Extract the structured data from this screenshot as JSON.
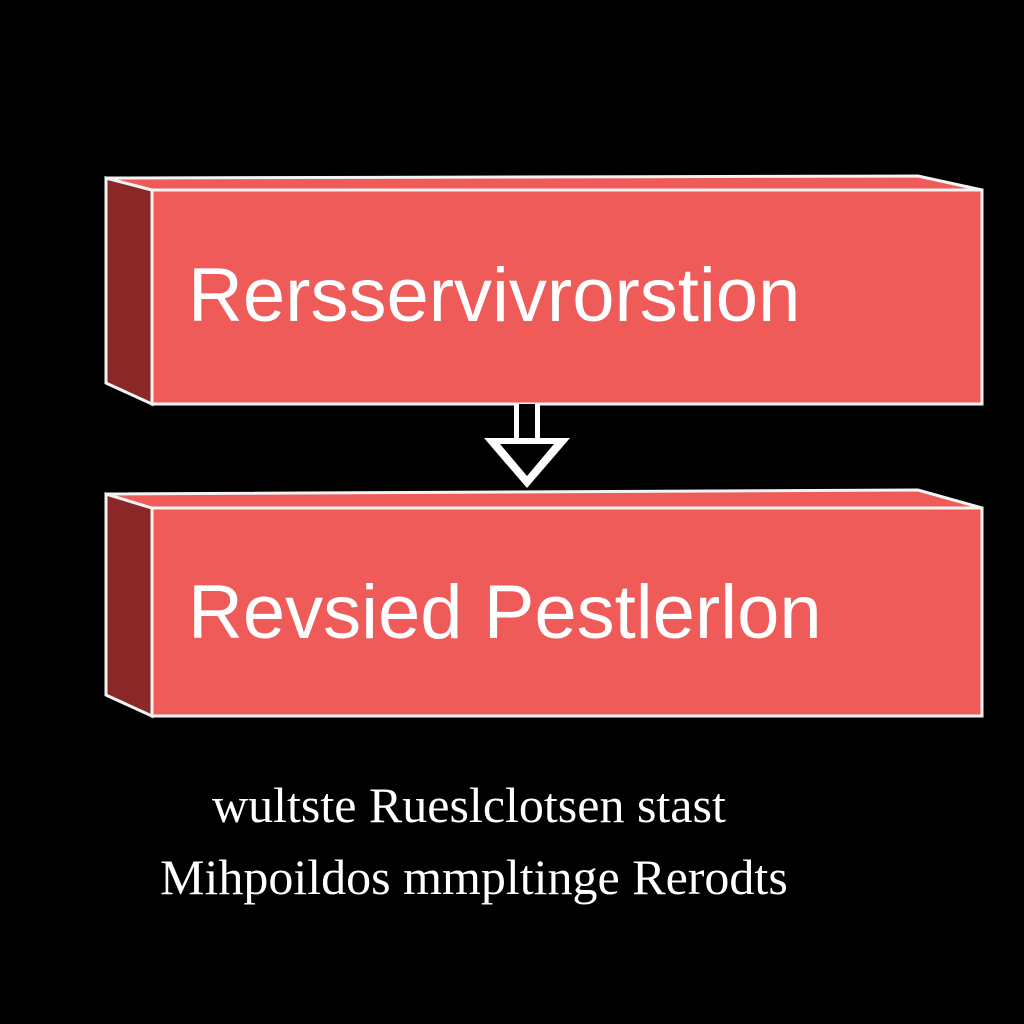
{
  "diagram": {
    "blocks": [
      {
        "label": "Rersservivrorstion"
      },
      {
        "label": "Revsied Pestlerlon"
      }
    ],
    "caption": {
      "line1": "wultste Rueslclotsen stast",
      "line2": "Mihpoildos mmpltinge Rerodts"
    },
    "colors": {
      "background": "#000000",
      "block_face": "#ef5b58",
      "block_side": "#8a2727",
      "block_outline": "#f3f3f3",
      "arrow": "#ffffff",
      "text": "#ffffff"
    },
    "icons": {
      "connector": "arrow-down-icon"
    }
  }
}
